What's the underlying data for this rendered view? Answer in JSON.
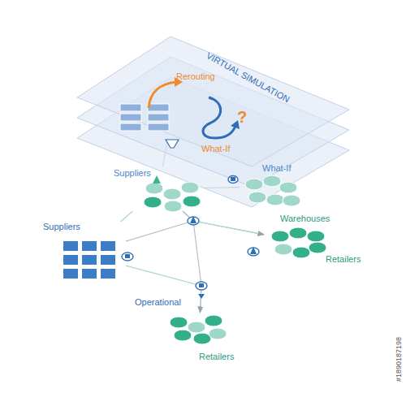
{
  "diagram": {
    "nodes": [
      {
        "text": [
          "VIRTUAL SIMULATION"
        ]
      },
      {
        "text": [
          "Rerouting"
        ],
        "in": 0
      },
      {
        "text": [
          "What-If"
        ],
        "in": 0
      },
      {
        "text": [
          "Suppliers"
        ]
      },
      {
        "text": [
          "What-If"
        ]
      },
      {
        "text": [
          "Suppliers"
        ]
      },
      {
        "text": [
          "Warehouses",
          "Retailers"
        ]
      },
      {
        "text": [
          "Retailers"
        ]
      }
    ],
    "edges": [
      {
        "from": 1,
        "to": 3,
        "arrow": "none"
      },
      {
        "from": 5,
        "to": 3,
        "arrow": "none"
      },
      {
        "from": 5,
        "to": 6,
        "arrow": "to"
      },
      {
        "from": 5,
        "to": 7,
        "arrow": "to"
      },
      {
        "from": 3,
        "to": 4,
        "arrow": "none"
      },
      {
        "from": 3,
        "to": 6,
        "arrow": "to"
      },
      {
        "from": 3,
        "to": 7,
        "arrow": "to"
      }
    ],
    "labels": [
      "?",
      "Operational",
      "#1890187198"
    ]
  }
}
